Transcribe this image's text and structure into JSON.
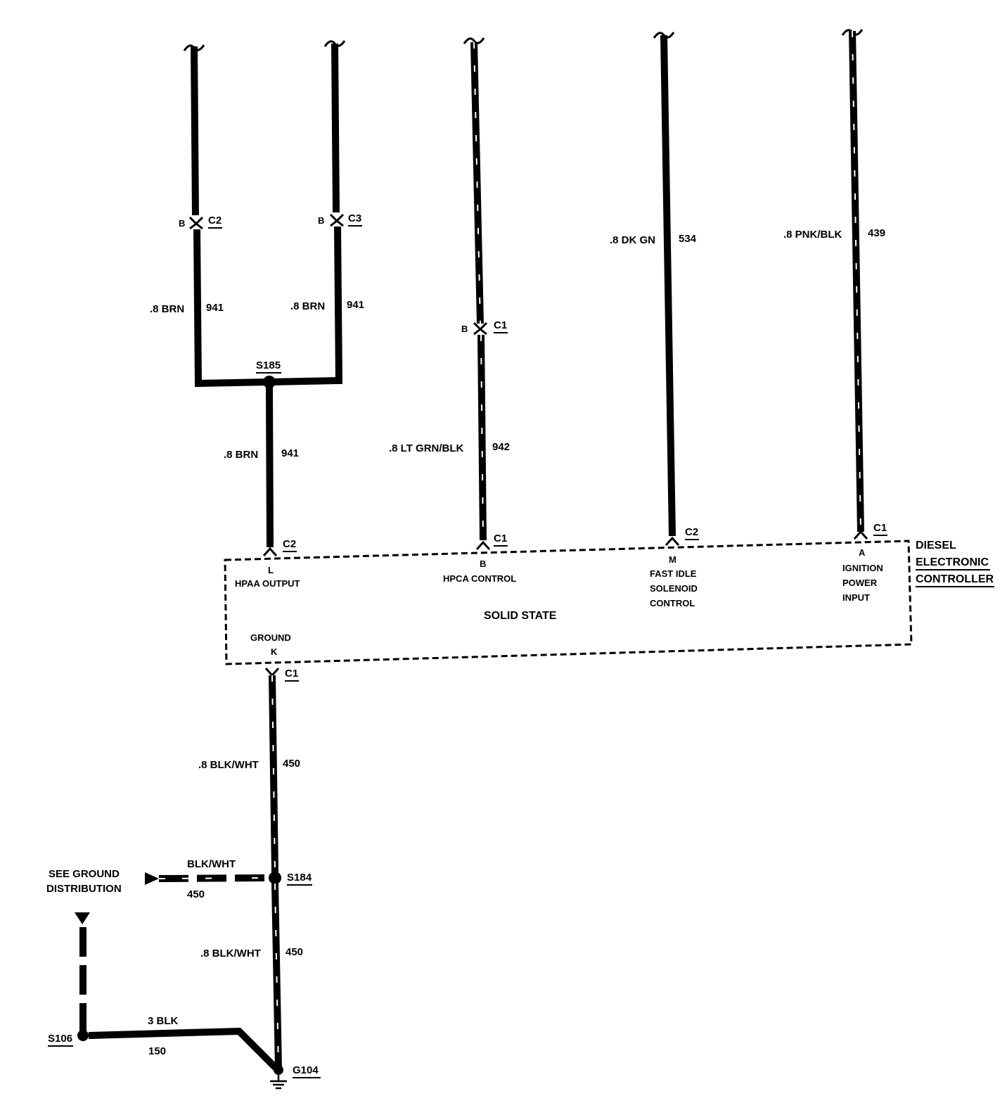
{
  "circuit": {
    "branch_left": {
      "wire_gauge_color": ".8 BRN",
      "circuit_number": "941",
      "terminal": "B",
      "connector": "C2"
    },
    "branch_right": {
      "wire_gauge_color": ".8 BRN",
      "circuit_number": "941",
      "terminal": "B",
      "connector": "C3"
    },
    "splice_top": "S185",
    "brn_lower": {
      "wire_gauge_color": ".8 BRN",
      "circuit_number": "941",
      "connector": "C2"
    },
    "hpca_wire": {
      "terminal": "B",
      "connector_upper": "C1",
      "wire_gauge_color": ".8 LT GRN/BLK",
      "circuit_number": "942",
      "connector_lower": "C1"
    },
    "dk_gn_wire": {
      "wire_gauge_color": ".8 DK GN",
      "circuit_number": "534",
      "connector": "C2"
    },
    "pnk_wire": {
      "wire_gauge_color": ".8 PNK/BLK",
      "circuit_number": "439",
      "connector": "C1"
    },
    "controller": {
      "name_line1": "DIESEL",
      "name_line2": "ELECTRONIC",
      "name_line3": "CONTROLLER",
      "center_text": "SOLID STATE",
      "pin_l": {
        "pin": "L",
        "label": "HPAA OUTPUT"
      },
      "pin_b": {
        "pin": "B",
        "label": "HPCA CONTROL"
      },
      "pin_m": {
        "pin": "M",
        "label_line1": "FAST IDLE",
        "label_line2": "SOLENOID",
        "label_line3": "CONTROL"
      },
      "pin_a": {
        "pin": "A",
        "label_line1": "IGNITION",
        "label_line2": "POWER",
        "label_line3": "INPUT"
      },
      "pin_k": {
        "pin": "K",
        "label": "GROUND",
        "connector": "C1"
      }
    },
    "ground_upper": {
      "wire_gauge_color": ".8 BLK/WHT",
      "circuit_number": "450"
    },
    "splice_mid": "S184",
    "side_branch": {
      "wire_color": "BLK/WHT",
      "circuit_number": "450",
      "reference_line1": "SEE GROUND",
      "reference_line2": "DISTRIBUTION"
    },
    "ground_lower": {
      "wire_gauge_color": ".8 BLK/WHT",
      "circuit_number": "450"
    },
    "splice_left": "S106",
    "blk_wire": {
      "wire_gauge_color": "3 BLK",
      "circuit_number": "150"
    },
    "ground_point": "G104"
  }
}
